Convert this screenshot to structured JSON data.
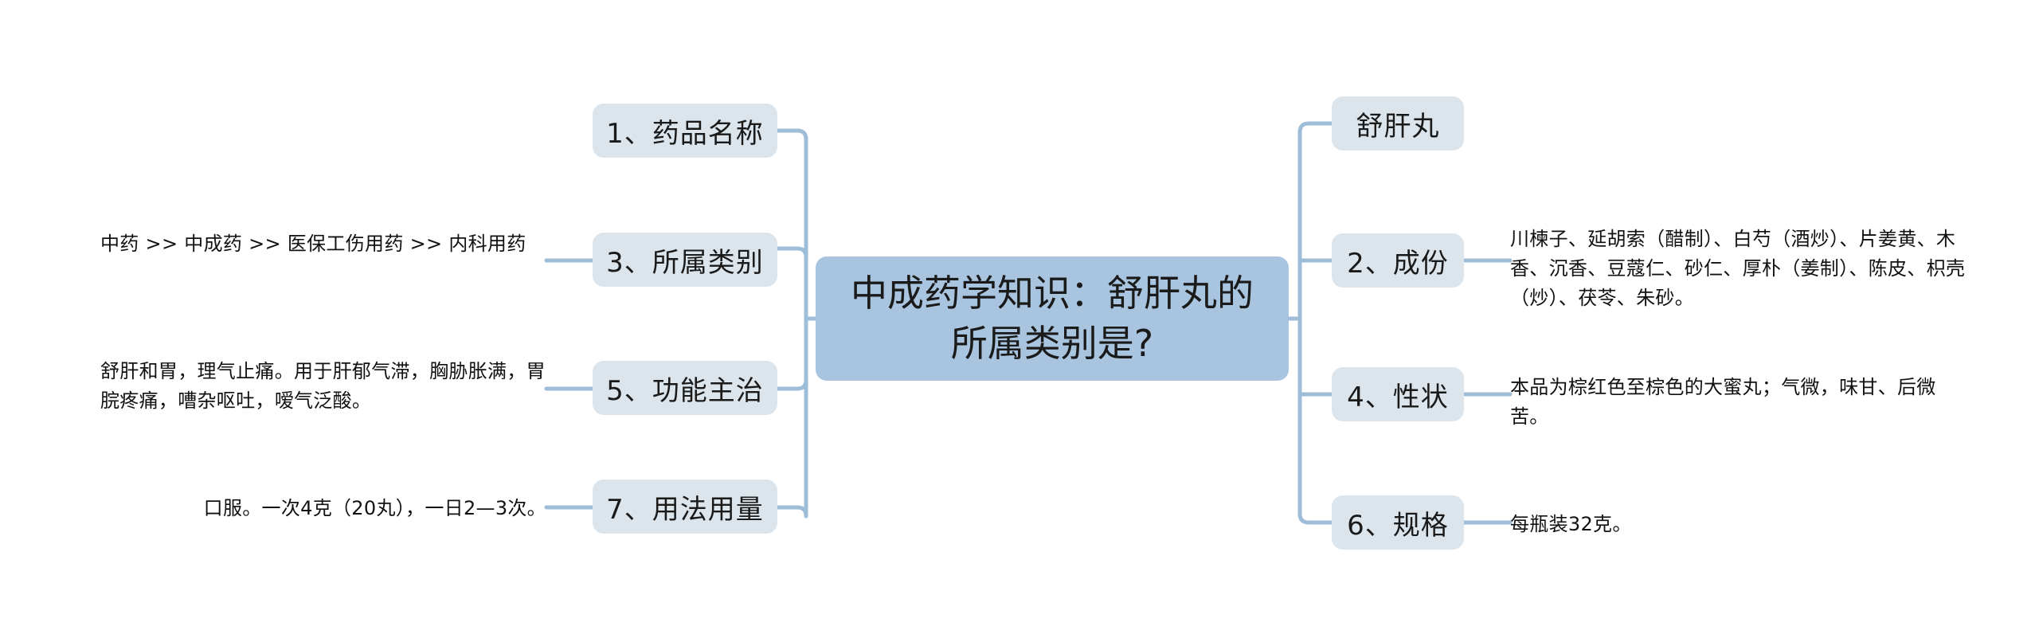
{
  "diagram": {
    "type": "mind-map",
    "center": {
      "label": "中成药学知识：舒肝丸的所属类别是?",
      "fill": "#a8c4de"
    },
    "node_fill": "#dce5ec",
    "connector_color": "#9dbdd8",
    "left_branches": [
      {
        "node": "1、药品名称",
        "detail": ""
      },
      {
        "node": "3、所属类别",
        "detail": "中药 >> 中成药 >> 医保工伤用药 >> 内科用药"
      },
      {
        "node": "5、功能主治",
        "detail": "舒肝和胃，理气止痛。用于肝郁气滞，胸胁胀满，胃脘疼痛，嘈杂呕吐，嗳气泛酸。"
      },
      {
        "node": "7、用法用量",
        "detail": "口服。一次4克（20丸），一日2—3次。"
      }
    ],
    "right_branches": [
      {
        "node": "舒肝丸",
        "detail": ""
      },
      {
        "node": "2、成份",
        "detail": "川楝子、延胡索（醋制）、白芍（酒炒）、片姜黄、木香、沉香、豆蔻仁、砂仁、厚朴（姜制）、陈皮、枳壳（炒）、茯苓、朱砂。"
      },
      {
        "node": "4、性状",
        "detail": "本品为棕红色至棕色的大蜜丸；气微，味甘、后微苦。"
      },
      {
        "node": "6、规格",
        "detail": "每瓶装32克。"
      }
    ]
  }
}
